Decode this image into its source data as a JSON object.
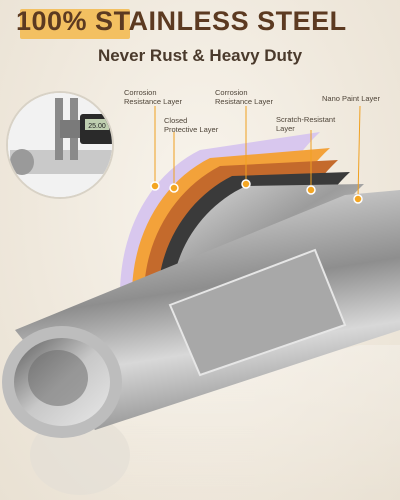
{
  "headline": {
    "main": "100% STAINLESS STEEL",
    "sub": "Never Rust & Heavy Duty"
  },
  "layers": [
    "Corrosion\nResistance Layer",
    "Closed\nProtective Layer",
    "Corrosion\nResistance Layer",
    "Scratch-Resistant\nLayer",
    "Nano Paint Layer"
  ],
  "caliper_reading": "25.00",
  "colors": {
    "headline_text": "#5c3a21",
    "highlight": "#f3c061",
    "callout_line": "#f0a020"
  }
}
